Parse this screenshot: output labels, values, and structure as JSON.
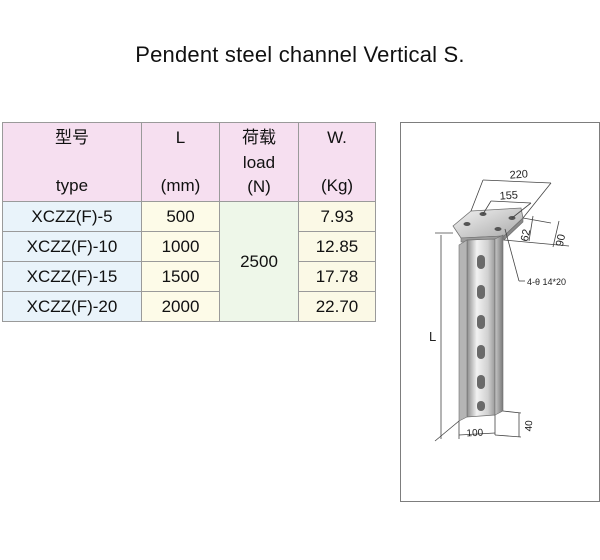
{
  "title": "Pendent steel channel Vertical S.",
  "table": {
    "headers": {
      "model_cn": "型号",
      "model_en": "type",
      "length_symbol": "L",
      "length_unit": "(mm)",
      "load_cn": "荷载",
      "load_en": "load",
      "load_unit": "(N)",
      "weight_symbol": "W.",
      "weight_unit": "(Kg)"
    },
    "rows": [
      {
        "type": "XCZZ(F)-5",
        "length": "500",
        "weight": "7.93"
      },
      {
        "type": "XCZZ(F)-10",
        "length": "1000",
        "weight": "12.85"
      },
      {
        "type": "XCZZ(F)-15",
        "length": "1500",
        "weight": "17.78"
      },
      {
        "type": "XCZZ(F)-20",
        "length": "2000",
        "weight": "22.70"
      }
    ],
    "load_value": "2500"
  },
  "drawing": {
    "dim_plate_width": "220",
    "dim_hole_spacing": "155",
    "dim_plate_inner": "62",
    "dim_plate_depth": "90",
    "hole_note": "4-θ 14*20",
    "length_label": "L",
    "dim_channel_width": "100",
    "dim_channel_depth": "40"
  }
}
